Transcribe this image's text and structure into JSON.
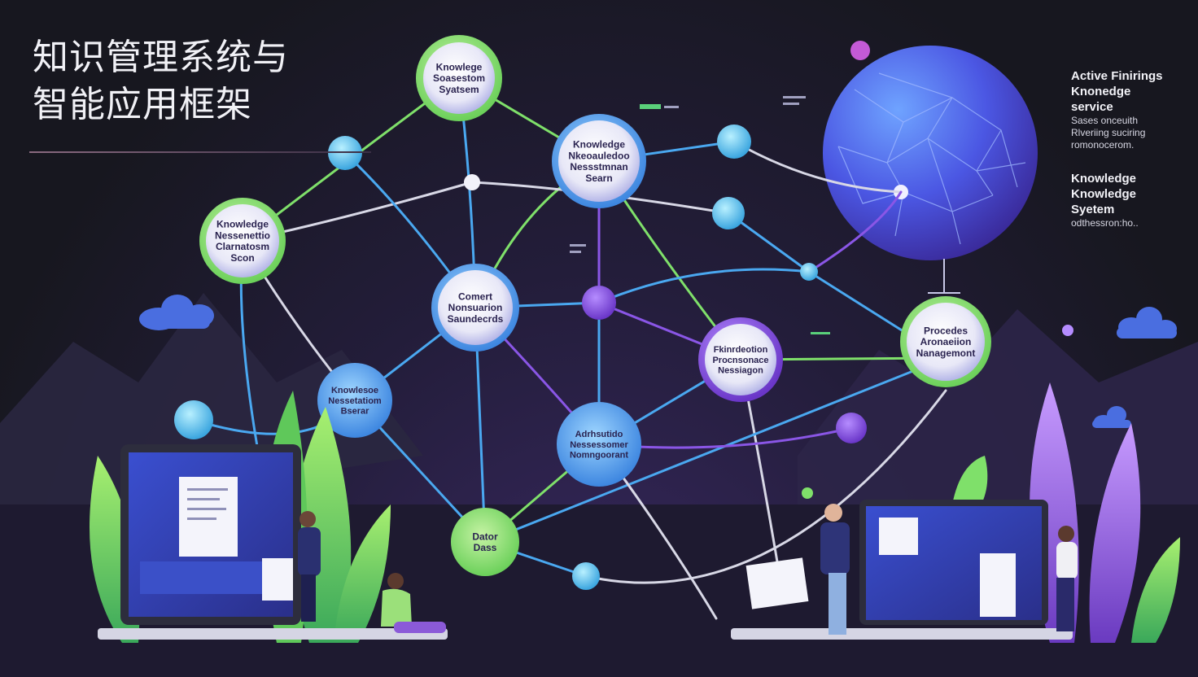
{
  "title": {
    "line1": "知识管理系统与",
    "line2": "智能应用框架"
  },
  "side_panel": {
    "block1_headings": [
      "Active Finirings",
      "Knonedge",
      "service"
    ],
    "block1_sub": [
      "Sases onceuith",
      "Rlveriing suciring",
      "romonocerom."
    ],
    "block2_headings": [
      "Knowledge",
      "Knowledge",
      "Syetem"
    ],
    "block2_sub": [
      "odthessron:ho.."
    ]
  },
  "nodes": [
    {
      "id": "n1",
      "lines": [
        "Knowlege",
        "Soasestom",
        "Syatsem"
      ]
    },
    {
      "id": "n2",
      "lines": [
        "Knowledge",
        "Nkeoauledoo",
        "Nessstmnan",
        "Searn"
      ]
    },
    {
      "id": "n3",
      "lines": [
        "Knowledge",
        "Nessenettio",
        "Clarnatosm",
        "Scon"
      ]
    },
    {
      "id": "n4",
      "lines": [
        "Comert",
        "Nonsuarion",
        "Saundecrds"
      ]
    },
    {
      "id": "n5",
      "lines": [
        "Procedes",
        "Aronaeiion",
        "Nanagemont"
      ]
    },
    {
      "id": "n6",
      "lines": [
        "Fkinrdeotion",
        "Procnsonace",
        "Nessiagon"
      ]
    },
    {
      "id": "n7",
      "lines": [
        "Knowlesoe",
        "Nessetatiom",
        "Bserar"
      ]
    },
    {
      "id": "n8",
      "lines": [
        "Adrhsutido",
        "Nessessomer",
        "Nomngoorant"
      ]
    },
    {
      "id": "n9",
      "lines": [
        "Dator",
        "Dass"
      ]
    }
  ],
  "colors": {
    "accent_green": "#7fe06a",
    "accent_blue": "#4aa8f0",
    "accent_purple": "#8a56e6",
    "line_white": "#d8d8e6"
  },
  "icons": [
    "cloud-icon",
    "globe-icon",
    "laptop-icon",
    "document-icon",
    "person-icon",
    "plant-icon"
  ]
}
